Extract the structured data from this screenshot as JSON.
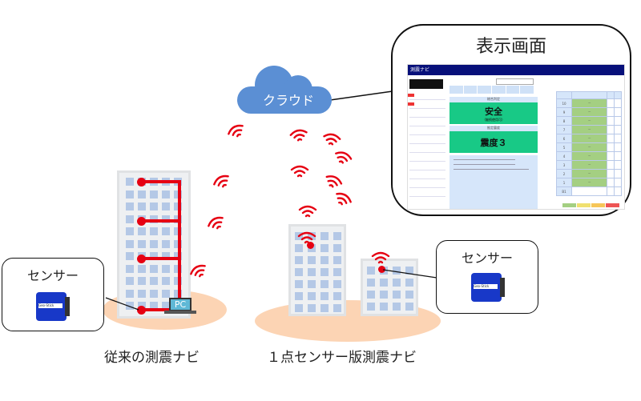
{
  "display": {
    "title": "表示画面",
    "screen": {
      "app_title": "測震ナビ",
      "status_label": "総合判定",
      "status_value": "安全",
      "status_sub": "（継続使用可）",
      "intensity_label": "推定震度",
      "intensity_value": "震度３",
      "floors": [
        "10",
        "9",
        "8",
        "7",
        "6",
        "5",
        "4",
        "3",
        "2",
        "1",
        "B1"
      ],
      "floor_marks": [
        "－",
        "－",
        "－",
        "－",
        "－",
        "－",
        "－",
        "－",
        "－",
        "－",
        ""
      ]
    }
  },
  "cloud": {
    "label": "クラウド"
  },
  "sensor_left": {
    "label": "センサー",
    "device": "Geo-Stick"
  },
  "sensor_right": {
    "label": "センサー",
    "device": "Geo-Stick"
  },
  "pc": {
    "label": "PC"
  },
  "captions": {
    "left": "従来の測震ナビ",
    "right": "１点センサー版測震ナビ"
  },
  "colors": {
    "accent_red": "#e60012",
    "cloud_blue": "#5b8fd4",
    "safe_green": "#18c986",
    "header_navy": "#07107a"
  }
}
